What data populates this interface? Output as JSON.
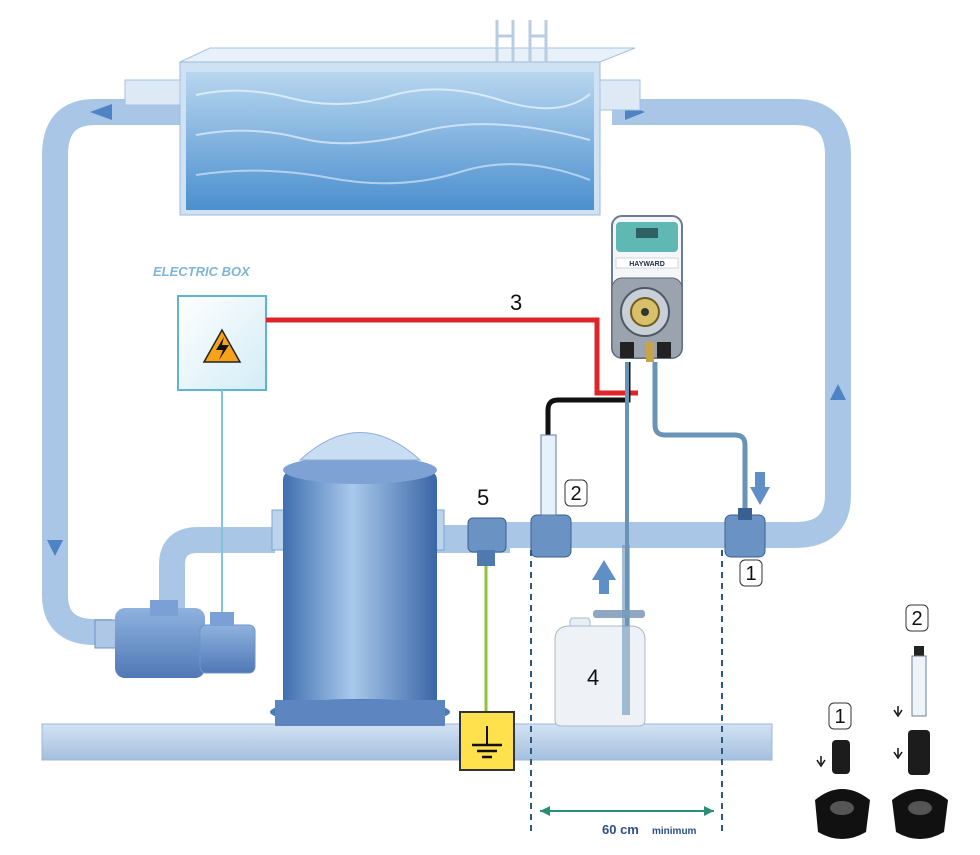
{
  "labels": {
    "electric_box": "ELECTRIC BOX",
    "brand": "HAYWARD",
    "callout_1": "1",
    "callout_2": "2",
    "callout_3": "3",
    "callout_4": "4",
    "callout_5": "5",
    "inset_1": "1",
    "inset_2": "2",
    "dimension_value": "60 cm",
    "dimension_suffix": "minimum"
  },
  "icons": {
    "warning": "warning-triangle-icon",
    "ground": "ground-symbol-icon"
  },
  "colors": {
    "pipe": "#a9c6e6",
    "pipe_edge": "#7fa4cf",
    "power_cable": "#e0252a",
    "signal_cable": "#111111",
    "tube": "#6a93b8",
    "ground_wire": "#8fc33b",
    "ground_plate": "#ffe14d",
    "dimension_line": "#2a5a80"
  }
}
